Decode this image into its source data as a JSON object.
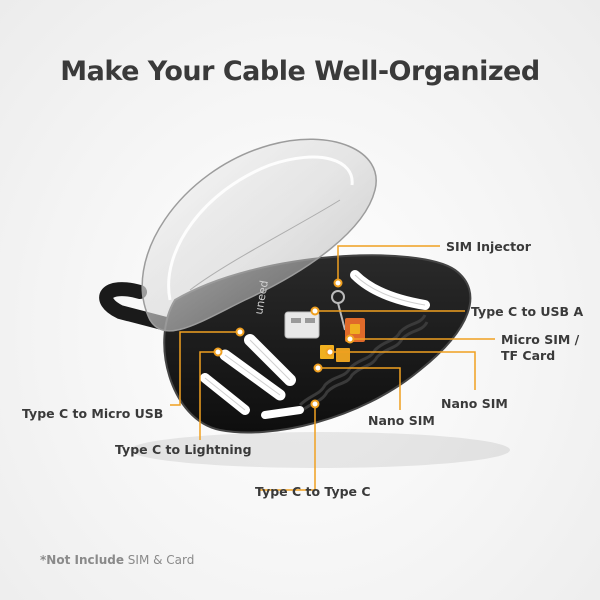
{
  "title": "Make Your Cable Well-Organized",
  "brand": "uneed",
  "labels": {
    "sim_injector": "SIM Injector",
    "type_c_usb_a": "Type C to USB A",
    "micro_sim_line1": "Micro SIM /",
    "micro_sim_line2": "TF Card",
    "nano_sim_right": "Nano SIM",
    "nano_sim_center": "Nano SIM",
    "type_c_micro_usb": "Type C to Micro USB",
    "type_c_lightning": "Type C to Lightning",
    "type_c_type_c": "Type C to Type C"
  },
  "note": {
    "prefix": "*Not Include",
    "suffix": " SIM & Card"
  },
  "colors": {
    "accent": "#f0a020",
    "case": "#1c1c1c",
    "text": "#3a3a3a"
  }
}
